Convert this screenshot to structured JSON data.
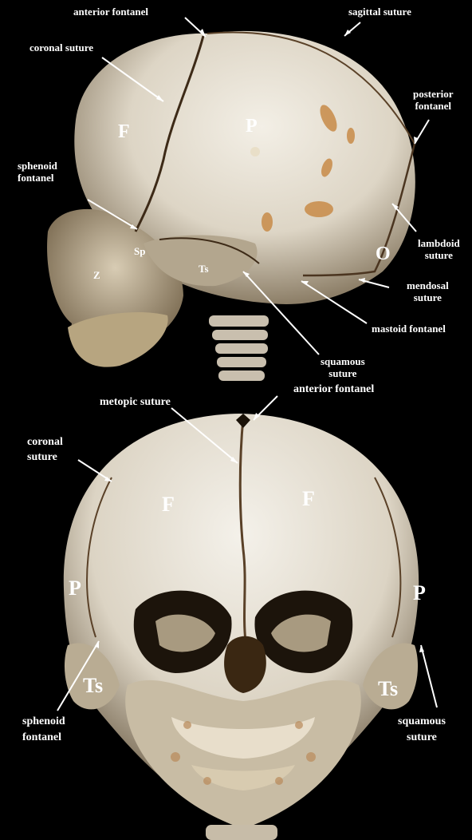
{
  "lateral_view": {
    "anterior_fontanel": "anterior fontanel",
    "sagittal_suture": "sagittal suture",
    "coronal_suture": "coronal suture",
    "posterior_fontanel": "posterior\nfontanel",
    "sphenoid_fontanel": "sphenoid\nfontanel",
    "lambdoid_suture": "lambdoid\nsuture",
    "mendosal_suture": "mendosal\nsuture",
    "mastoid_fontanel": "mastoid fontanel",
    "squamous_suture": "squamous\nsuture",
    "bone_F": "F",
    "bone_P": "P",
    "bone_O": "O",
    "bone_Sp": "Sp",
    "bone_Ts": "Ts",
    "bone_Z": "Z"
  },
  "frontal_view": {
    "anterior_fontanel": "anterior fontanel",
    "metopic_suture": "metopic suture",
    "coronal_suture": "coronal\nsuture",
    "sphenoid_fontanel": "sphenoid\nfontanel",
    "squamous_suture": "squamous\nsuture",
    "bone_F_left": "F",
    "bone_F_right": "F",
    "bone_P_left": "P",
    "bone_P_right": "P",
    "bone_Ts_left": "Ts",
    "bone_Ts_right": "Ts"
  }
}
